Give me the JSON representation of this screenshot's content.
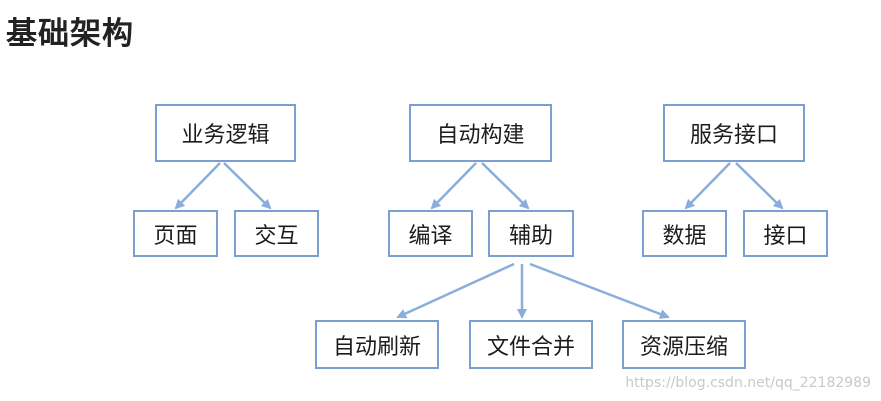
{
  "title": "基础架构",
  "nodes": {
    "business_logic": "业务逻辑",
    "page": "页面",
    "interaction": "交互",
    "auto_build": "自动构建",
    "compile": "编译",
    "auxiliary": "辅助",
    "auto_refresh": "自动刷新",
    "file_merge": "文件合并",
    "resource_compress": "资源压缩",
    "service_interface": "服务接口",
    "data": "数据",
    "interface": "接口"
  },
  "colors": {
    "border": "#7a9fd0",
    "arrow": "#8aaedb",
    "text": "#1c1c1c"
  },
  "watermark": "https://blog.csdn.net/qq_22182989"
}
